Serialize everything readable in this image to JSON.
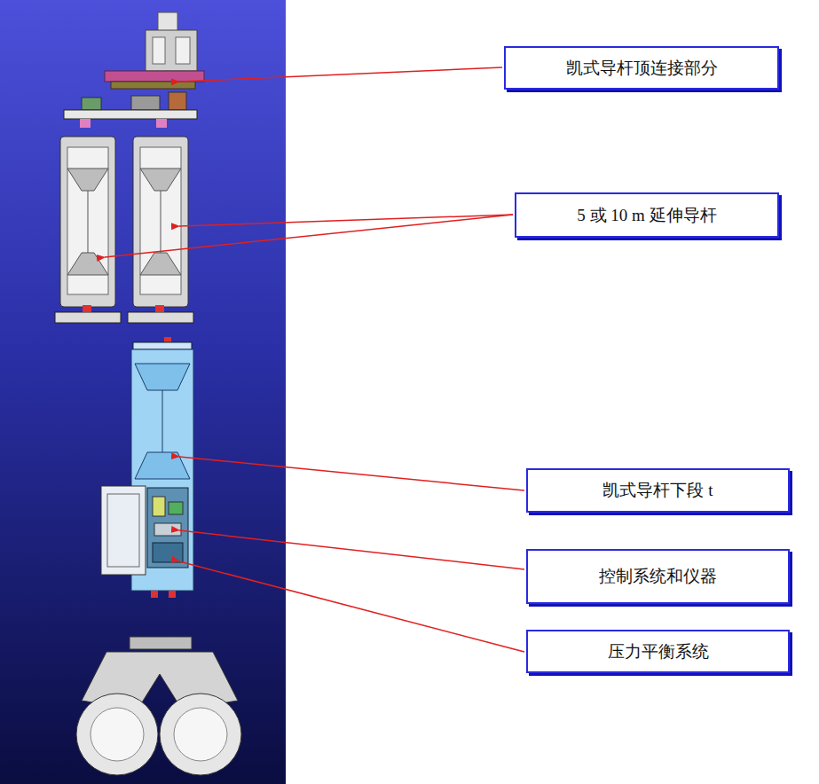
{
  "diagram": {
    "nodes": [
      {
        "text": [
          "凯式导杆顶连接部分"
        ]
      },
      {
        "text": [
          "5 或 10 m 延伸导杆"
        ]
      },
      {
        "text": [
          "凯式导杆下段 t"
        ]
      },
      {
        "text": [
          "控制系统和仪器"
        ]
      },
      {
        "text": [
          "压力平衡系统"
        ]
      }
    ]
  }
}
